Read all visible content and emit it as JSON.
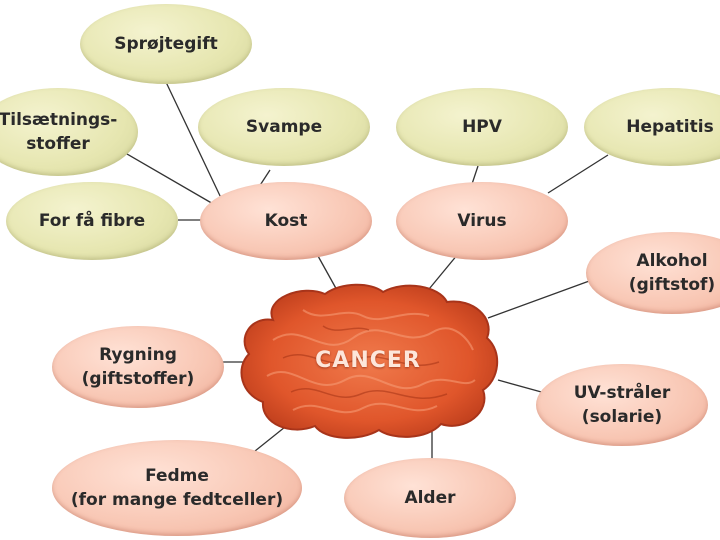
{
  "center": {
    "label": "CANCER"
  },
  "nodes": {
    "sprojtegift": "Sprøjtegift",
    "tilsaetningsstoffer": "Tilsætnings-\nstoffer",
    "svampe": "Svampe",
    "hpv": "HPV",
    "hepatitis": "Hepatitis",
    "for_faa_fibre": "For få fibre",
    "kost": "Kost",
    "virus": "Virus",
    "alkohol": "Alkohol\n(giftstof)",
    "rygning": "Rygning\n(giftstoffer)",
    "uv_straaler": "UV-stråler\n(solarie)",
    "fedme": "Fedme\n(for mange fedtceller)",
    "alder": "Alder"
  },
  "colors": {
    "cause_node": "#f8c6b3",
    "sub_node": "#e6e6b0",
    "cancer_blob": "#d9532c",
    "connector": "#333333"
  }
}
